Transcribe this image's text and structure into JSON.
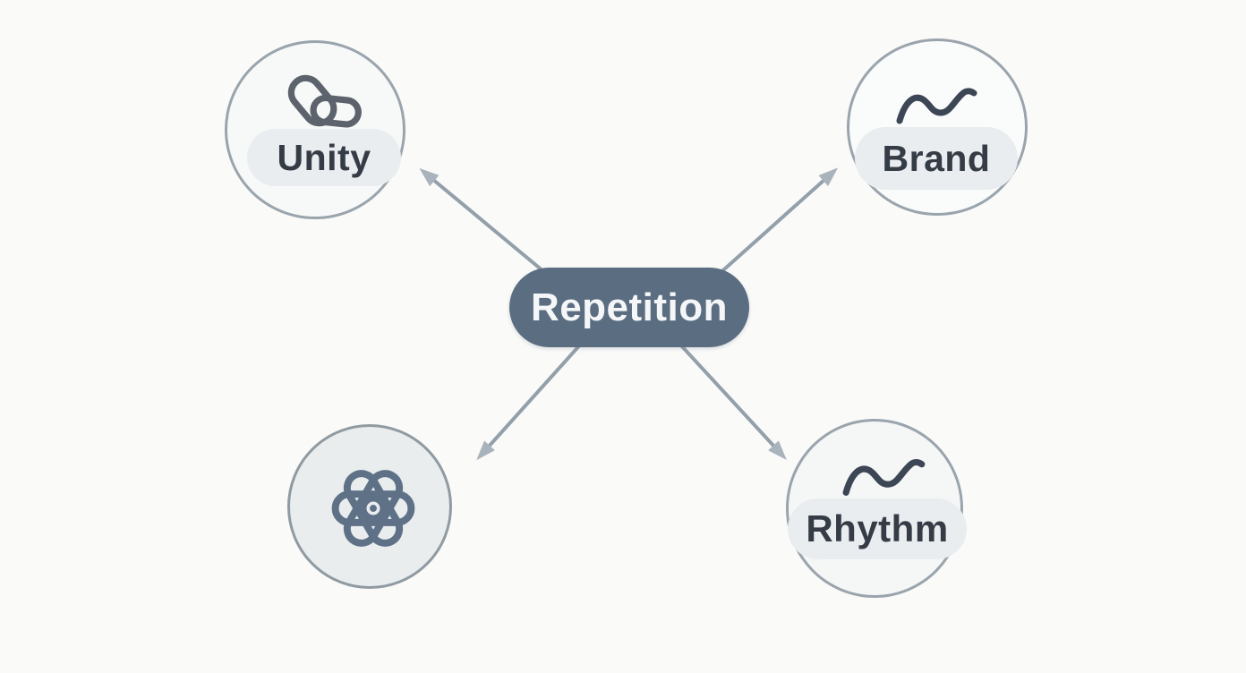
{
  "diagram": {
    "center_node": {
      "label": "Repetition"
    },
    "nodes": [
      {
        "label": "Unity",
        "icon": "chain-links-icon",
        "position": "top-left"
      },
      {
        "label": "Brand",
        "icon": "wave-squiggle-icon",
        "position": "top-right"
      },
      {
        "label": "",
        "icon": "atom-loops-icon",
        "position": "bottom-left"
      },
      {
        "label": "Rhythm",
        "icon": "wave-squiggle-icon",
        "position": "bottom-right"
      }
    ],
    "connections": [
      {
        "from": "Repetition",
        "to": "Unity"
      },
      {
        "from": "Repetition",
        "to": "Brand"
      },
      {
        "from": "Repetition",
        "to": "bottom-left-node"
      },
      {
        "from": "Repetition",
        "to": "Rhythm"
      }
    ],
    "colors": {
      "background": "#fafaf9",
      "center_fill": "#5b6e81",
      "center_text": "#f4f6f8",
      "circle_stroke": "#9aa4ac",
      "circle_fill_light": "#f7f9f9",
      "circle_fill_gray": "#e9edee",
      "label_pill_fill": "#e9edf0",
      "label_text": "#353c45",
      "arrow_line": "#93a0aa",
      "arrow_head": "#a9b3bc",
      "icon_wave": "#3d4654",
      "icon_chain": "#5c636c",
      "icon_atom": "#5e7187"
    }
  }
}
